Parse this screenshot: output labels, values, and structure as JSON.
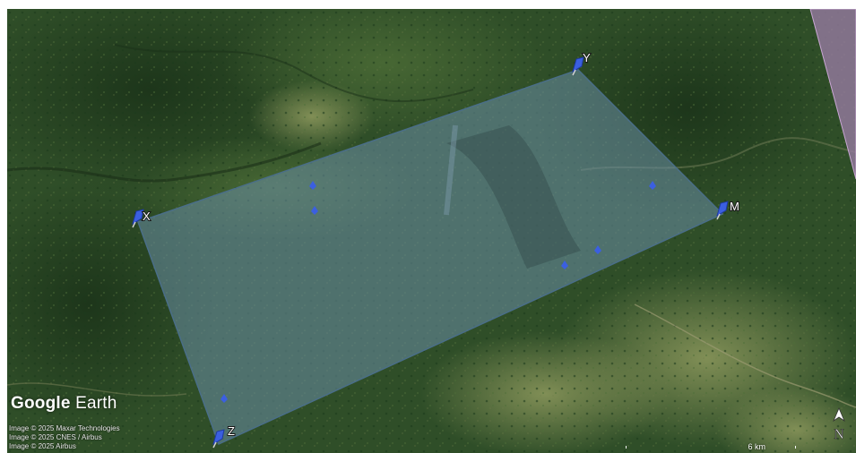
{
  "app": {
    "brand_word1": "Google",
    "brand_word2": "Earth"
  },
  "credits": [
    "Image © 2025 Maxar Technologies",
    "Image © 2025 CNES / Airbus",
    "Image © 2025 Airbus"
  ],
  "scale": {
    "label": "6 km"
  },
  "compass": {
    "label": "N"
  },
  "polygon": {
    "fill": "#6a8ea6",
    "stroke": "#4a6e88",
    "vertices": [
      "X",
      "Y",
      "M",
      "Z"
    ]
  },
  "placemarks": [
    {
      "label": "X",
      "color": "#3b5fe0"
    },
    {
      "label": "Y",
      "color": "#3b5fe0"
    },
    {
      "label": "M",
      "color": "#3b5fe0"
    },
    {
      "label": "Z",
      "color": "#3b5fe0"
    }
  ],
  "colors": {
    "forest_dark": "#23401f",
    "forest": "#35552c",
    "clearing": "#a39a6c",
    "neighbor_region": "#9d7ea8"
  }
}
